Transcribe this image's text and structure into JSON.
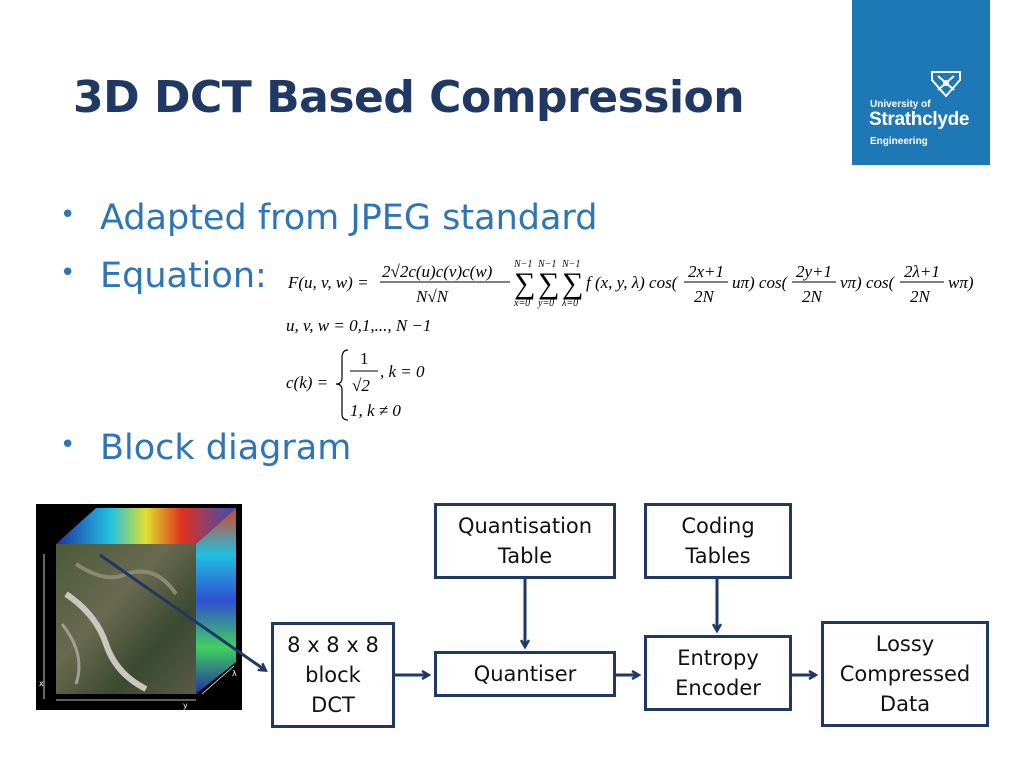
{
  "slide": {
    "title": "3D DCT Based Compression",
    "bullets": [
      "Adapted from JPEG standard",
      "Equation:",
      "Block diagram"
    ]
  },
  "logo": {
    "line1": "University of",
    "line2": "Strathclyde",
    "line3": "Engineering",
    "color": "#1f78b6"
  },
  "equation": {
    "range": "u, v, w = 0,1,..., N −1"
  },
  "diagram": {
    "dct": "8 x 8 x 8\nblock\nDCT",
    "quantiser": "Quantiser",
    "qtable": "Quantisation\nTable",
    "ctables": "Coding\nTables",
    "entropy": "Entropy\nEncoder",
    "output": "Lossy\nCompressed\nData"
  },
  "cube_axes": {
    "x": "x",
    "y": "y",
    "lambda": "λ"
  },
  "colors": {
    "title": "#1f3864",
    "bullet": "#2e75b6",
    "box_border": "#1f3864"
  }
}
